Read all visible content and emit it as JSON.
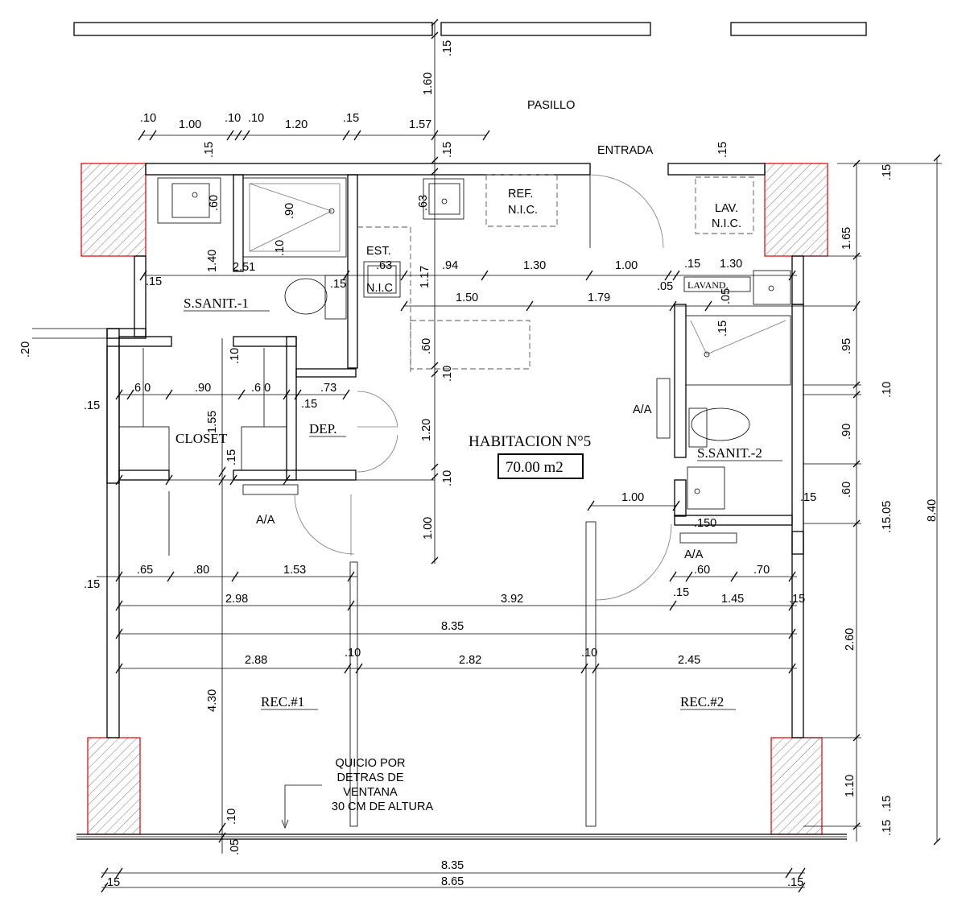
{
  "rooms": {
    "pasillo": "PASILLO",
    "entrada": "ENTRADA",
    "habitacion": "HABITACION N°5",
    "area": "70.00 m2",
    "sanit1": "S.SANIT.-1",
    "sanit2": "S.SANIT.-2",
    "closet": "CLOSET",
    "dep": "DEP.",
    "rec1": "REC.#1",
    "rec2": "REC.#2",
    "ref": "REF.",
    "lav": "LAV.",
    "nic": "N.I.C.",
    "est": "EST.",
    "nic_est": "N.I.C",
    "lavand": "LAVAND.",
    "aa": "A/A"
  },
  "note": {
    "line1": "QUICIO POR",
    "line2": "DETRAS DE",
    "line3": "VENTANA",
    "line4": "30 CM DE ALTURA"
  },
  "dims": {
    "d_010a": ".10",
    "d_100": "1.00",
    "d_010b": ".10",
    "d_010c": ".10",
    "d_120": "1.20",
    "d_015top": ".15",
    "d_157": "1.57",
    "d_015v1": ".15",
    "d_015v2": ".15",
    "d_160": "1.60",
    "d_015entr": ".15",
    "d_015v3": ".15",
    "d_015r": ".15",
    "d_090a": ".90",
    "d_060a": ".60",
    "d_063a": ".63",
    "d_010d": ".10",
    "d_140": "1.40",
    "d_251": "2.51",
    "d_063b": ".63",
    "d_117": "1.17",
    "d_094": ".94",
    "d_130a": "1.30",
    "d_100b": "1.00",
    "d_015c": ".15",
    "d_130b": "1.30",
    "d_005a": ".05",
    "d_005b": ".05",
    "d_015d": ".15",
    "d_015e": ".15",
    "d_150": "1.50",
    "d_179": "1.79",
    "d_015f": ".15",
    "d_165": "1.65",
    "d_020": ".20",
    "d_010e": ".10",
    "d_060b": ".60",
    "d_095": ".95",
    "d_010f": ".10",
    "d_015g": ".15",
    "d_060c": ".6 0",
    "d_090b": ".90",
    "d_060d": ".6 0",
    "d_073": ".73",
    "d_015h": ".15",
    "d_155": "1.55",
    "d_120b": "1.20",
    "d_010g": ".10",
    "d_090c": ".90",
    "d_015i": ".15",
    "d_010h": ".10",
    "d_060e": ".60",
    "d_100c": "1.00",
    "d_015j": ".15",
    "d_150b": ".150",
    "d_100d": "1.00",
    "d_1505": ".15.05",
    "d_840": "8.40",
    "d_015k": ".15",
    "d_065": ".65",
    "d_080": ".80",
    "d_153": "1.53",
    "d_060f": ".60",
    "d_070": ".70",
    "d_015l": ".15",
    "d_298": "2.98",
    "d_392": "3.92",
    "d_145": "1.45",
    "d_015m": ".15",
    "d_260": "2.60",
    "d_835a": "8.35",
    "d_010i": ".10",
    "d_010j": ".10",
    "d_288": "2.88",
    "d_282": "2.82",
    "d_245": "2.45",
    "d_430": "4.30",
    "d_110": "1.10",
    "d_010k": ".10",
    "d_005c": ".05",
    "d_015n": ".15",
    "d_835b": "8.35",
    "d_865": "8.65",
    "d_015o": ".15",
    "d_015p": ".15",
    "d_015q": ".15"
  }
}
